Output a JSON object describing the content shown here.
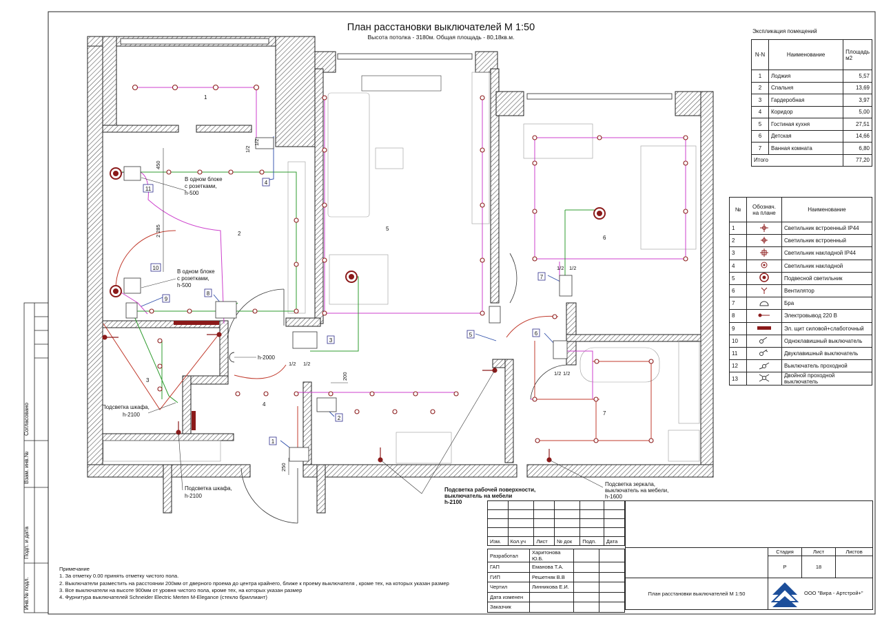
{
  "title": "План расстановки выключателей М 1:50",
  "subtitle": "Высота потолка - 3180м.  Общая площадь - 80,18кв.м.",
  "room_explication": {
    "caption": "Экспликация помещений",
    "headers": [
      "N-N",
      "Наименование",
      "Площадь м2"
    ],
    "rows": [
      {
        "n": "1",
        "name": "Лоджия",
        "area": "5,57"
      },
      {
        "n": "2",
        "name": "Спальня",
        "area": "13,69"
      },
      {
        "n": "3",
        "name": "Гардеробная",
        "area": "3,97"
      },
      {
        "n": "4",
        "name": "Коридор",
        "area": "5,00"
      },
      {
        "n": "5",
        "name": "Гостиная кухня",
        "area": "27,51"
      },
      {
        "n": "6",
        "name": "Детская",
        "area": "14,66"
      },
      {
        "n": "7",
        "name": "Ванная комната",
        "area": "6,80"
      }
    ],
    "total_label": "Итого",
    "total_value": "77,20"
  },
  "legend": {
    "headers": [
      "№",
      "Обознач. на плане",
      "Наименование"
    ],
    "rows": [
      {
        "n": "1",
        "name": "Светильник встроенный IP44"
      },
      {
        "n": "2",
        "name": "Светильник встроенный"
      },
      {
        "n": "3",
        "name": "Светильник накладной IP44"
      },
      {
        "n": "4",
        "name": "Светильник накладной"
      },
      {
        "n": "5",
        "name": "Подвесной светильник"
      },
      {
        "n": "6",
        "name": "Вентилятор"
      },
      {
        "n": "7",
        "name": "Бра"
      },
      {
        "n": "8",
        "name": "Электровывод 220 В"
      },
      {
        "n": "9",
        "name": "Эл. щит силовой+слаботочный"
      },
      {
        "n": "10",
        "name": "Одноклавишный выключатель"
      },
      {
        "n": "11",
        "name": "Двуклавишный выключатель"
      },
      {
        "n": "12",
        "name": "Выключатель проходной"
      },
      {
        "n": "13",
        "name": "Двойной проходной выключатель"
      }
    ]
  },
  "plan": {
    "room_numbers": [
      "1",
      "2",
      "3",
      "4",
      "5",
      "6",
      "7"
    ],
    "switch_tags": [
      "1",
      "2",
      "3",
      "4",
      "5",
      "6",
      "7",
      "8",
      "9",
      "10",
      "11"
    ],
    "keys_half": "1/2",
    "dims": {
      "d450": "450",
      "d2285": "2 285",
      "d200": "200",
      "d250": "250"
    },
    "h2000": "h-2000",
    "notes_on_plan": {
      "block1_l1": "В одном блоке",
      "block1_l2": "с розетками,",
      "block1_l3": "h-500",
      "block2_l1": "В одном блоке",
      "block2_l2": "с розетками,",
      "block2_l3": "h-500",
      "wardrobe_l1": "Подсветка шкафа,",
      "wardrobe_l2": "h-2100",
      "cabinet_l1": "Подсветка шкафа,",
      "cabinet_l2": "h-2100",
      "worktop_l1": "Подсветка рабочей поверхности,",
      "worktop_l2": "выключатель на мебели",
      "worktop_l3": "h-2100",
      "mirror_l1": "Подсветка зеркала,",
      "mirror_l2": "выключатель на мебели,",
      "mirror_l3": "h-1600"
    }
  },
  "notes": {
    "heading": "Примечание",
    "lines": [
      "1. За отметку 0.00 принять отметку чистого пола.",
      "2. Выключатели разместить на расстоянии 200мм от дверного проема до центра крайнего, ближе к проему выключателя , кроме тех, на которых указан размер",
      "3. Все выключатели на высоте 900мм от уровня чистого пола, кроме тех, на которых указан размер",
      "4. Фурнитура выключателей Schneider Electric Merten M-Elegance (стекло бриллиант)"
    ]
  },
  "side_labels": [
    "Согласовано",
    "Взам. инв.№",
    "Подп. и дата",
    "Инв.№ подл."
  ],
  "stamp": {
    "cols": [
      "Изм.",
      "Кол.уч",
      "Лист",
      "№ док",
      "Подп.",
      "Дата"
    ],
    "people": [
      {
        "role": "Разработал",
        "name": "Харитонова Ю.Б."
      },
      {
        "role": "ГАП",
        "name": "Еманова Т.А."
      },
      {
        "role": "ГИП",
        "name": "Решетняк В.В"
      },
      {
        "role": "Чертил",
        "name": "Линникова Е.И."
      },
      {
        "role": "Дата изменен",
        "name": ""
      },
      {
        "role": "Заказчик",
        "name": ""
      }
    ],
    "stage_label": "Стадия",
    "sheet_label": "Лист",
    "sheets_label": "Листов",
    "stage": "Р",
    "sheet": "18",
    "sheets": "",
    "drawing_name": "План расстановки выключателей М 1:50",
    "company": "ООО \"Вира - Артстрой+\""
  },
  "colors": {
    "wall": "#222222",
    "lamp": "#8b1a1a",
    "wire_magenta": "#cc3fcc",
    "wire_green": "#2e9b2e",
    "wire_red": "#c0392b",
    "switch_tag": "#2a2a8a"
  }
}
